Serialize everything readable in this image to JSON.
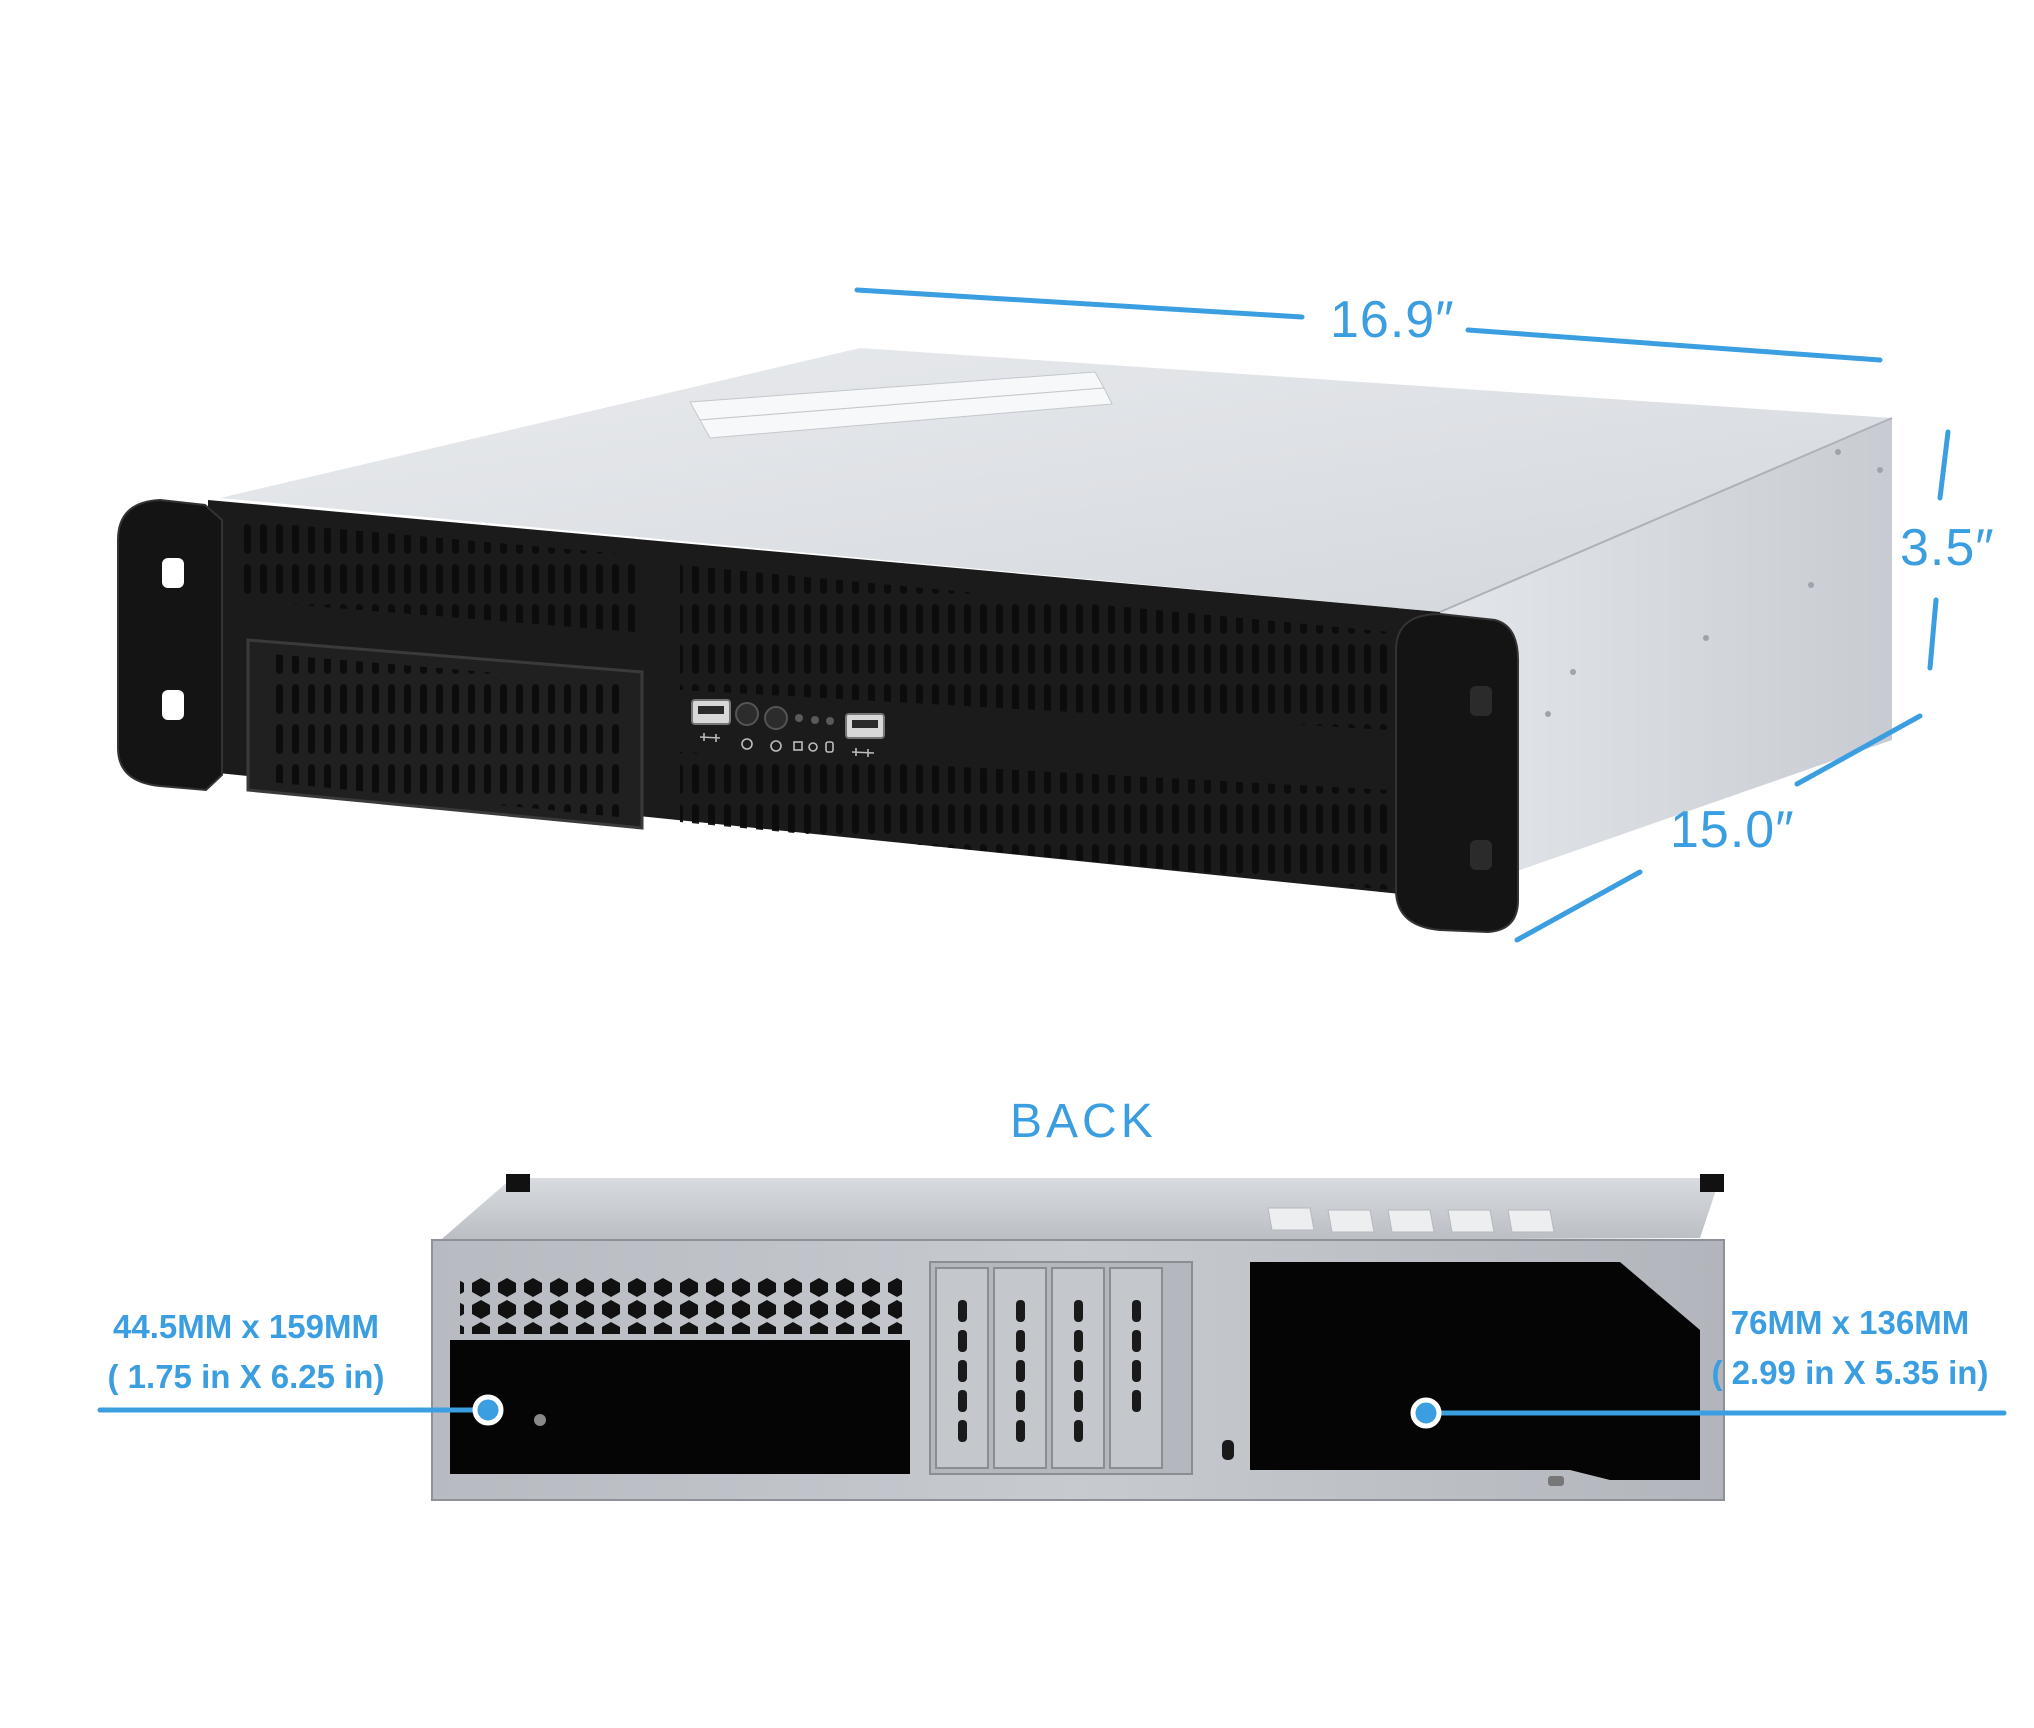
{
  "dimensions": {
    "width": "16.9″",
    "height": "3.5″",
    "depth": "15.0″"
  },
  "back_label": "BACK",
  "left_bay": {
    "line1": "44.5MM  x  159MM",
    "line2": "( 1.75 in  X  6.25 in)"
  },
  "right_bay": {
    "line1": "76MM  x  136MM",
    "line2": "( 2.99 in  X  5.35 in)"
  },
  "colors": {
    "accent": "#3a9ee0",
    "bezel": "#1e1e1e",
    "chassis": "#c9cdd3"
  }
}
